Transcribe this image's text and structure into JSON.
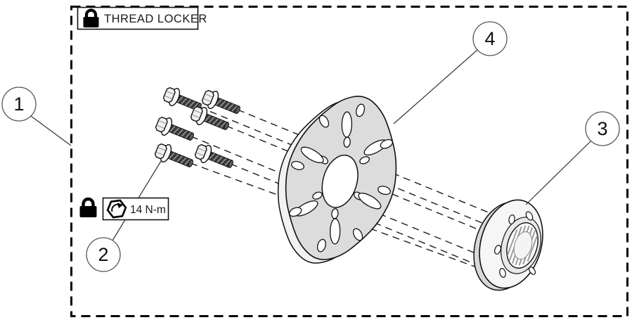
{
  "diagram": {
    "type": "exploded-assembly-diagram",
    "background_color": "#ffffff",
    "line_color": "#111111",
    "part_fill_color": "#dcdcdc",
    "labels": {
      "thread_locker": "THREAD LOCKER",
      "torque": "14 N-m"
    },
    "callouts": [
      {
        "number": "1"
      },
      {
        "number": "2"
      },
      {
        "number": "3"
      },
      {
        "number": "4"
      }
    ],
    "figures": {
      "bolt_count": 6,
      "projection_line_count": 6
    },
    "icons": {
      "thread_locker_lock": "padlock-icon",
      "torque_lock": "padlock-icon",
      "torque_symbol": "hex-head-rotation-icon"
    }
  }
}
